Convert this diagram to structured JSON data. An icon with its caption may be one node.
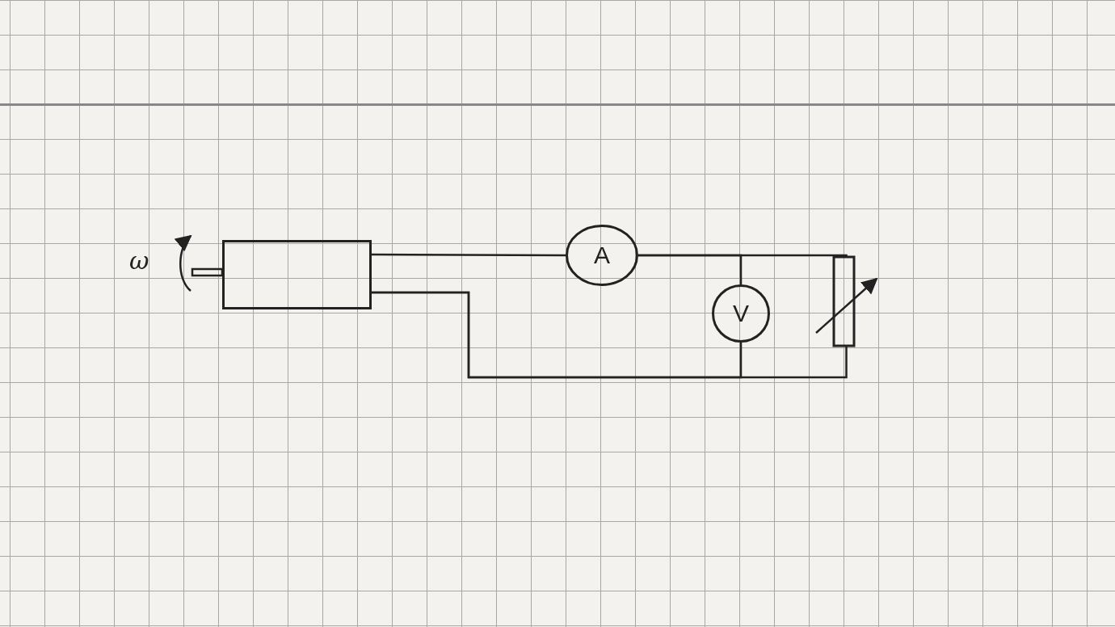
{
  "diagram": {
    "nodes": [
      {
        "text": [],
        "shape": "box"
      },
      {
        "text": [
          "A"
        ]
      },
      {
        "text": [
          "V"
        ]
      },
      {
        "text": [],
        "shape": "box"
      }
    ],
    "edges": [
      {
        "from": 0,
        "to": 1,
        "arrow": "none"
      },
      {
        "from": 1,
        "to": 2,
        "arrow": "none"
      },
      {
        "from": 1,
        "to": 3,
        "arrow": "none"
      },
      {
        "from": 0,
        "to": 2,
        "arrow": "none"
      },
      {
        "from": 0,
        "to": 3,
        "arrow": "none"
      }
    ],
    "labels": [
      "ω"
    ]
  }
}
